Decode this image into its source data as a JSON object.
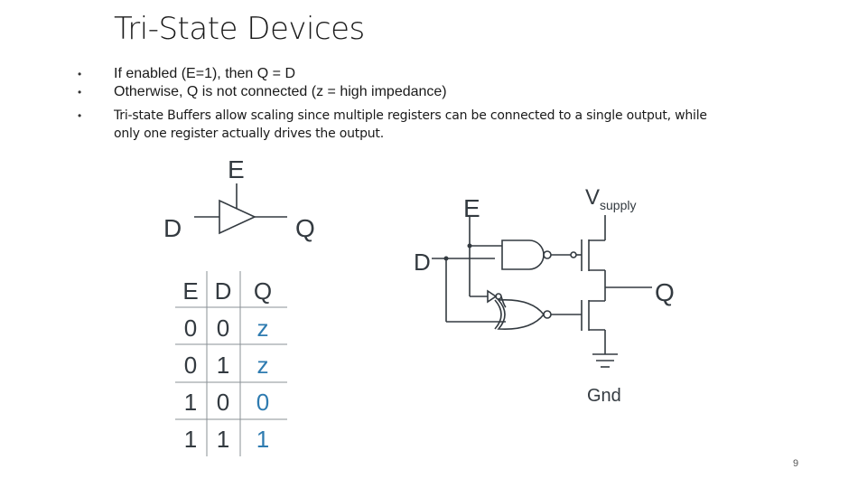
{
  "title": "Tri-State Devices",
  "bullets": [
    "If enabled (E=1), then Q = D",
    "Otherwise, Q is not connected (z = high impedance)",
    "Tri-state Buffers allow scaling since multiple registers can be connected to a single output, while only one register actually drives the output."
  ],
  "buffer_symbol": {
    "enable_label": "E",
    "input_label": "D",
    "output_label": "Q"
  },
  "truth_table": {
    "headers": [
      "E",
      "D",
      "Q"
    ],
    "rows": [
      [
        "0",
        "0",
        "z"
      ],
      [
        "0",
        "1",
        "z"
      ],
      [
        "1",
        "0",
        "0"
      ],
      [
        "1",
        "1",
        "1"
      ]
    ]
  },
  "circuit": {
    "enable_label": "E",
    "input_label": "D",
    "output_label": "Q",
    "supply_label": "V",
    "supply_subscript": "supply",
    "ground_label": "Gnd"
  },
  "colors": {
    "wire": "#333a40",
    "accent": "#2e7bb0"
  },
  "page_number": "9"
}
